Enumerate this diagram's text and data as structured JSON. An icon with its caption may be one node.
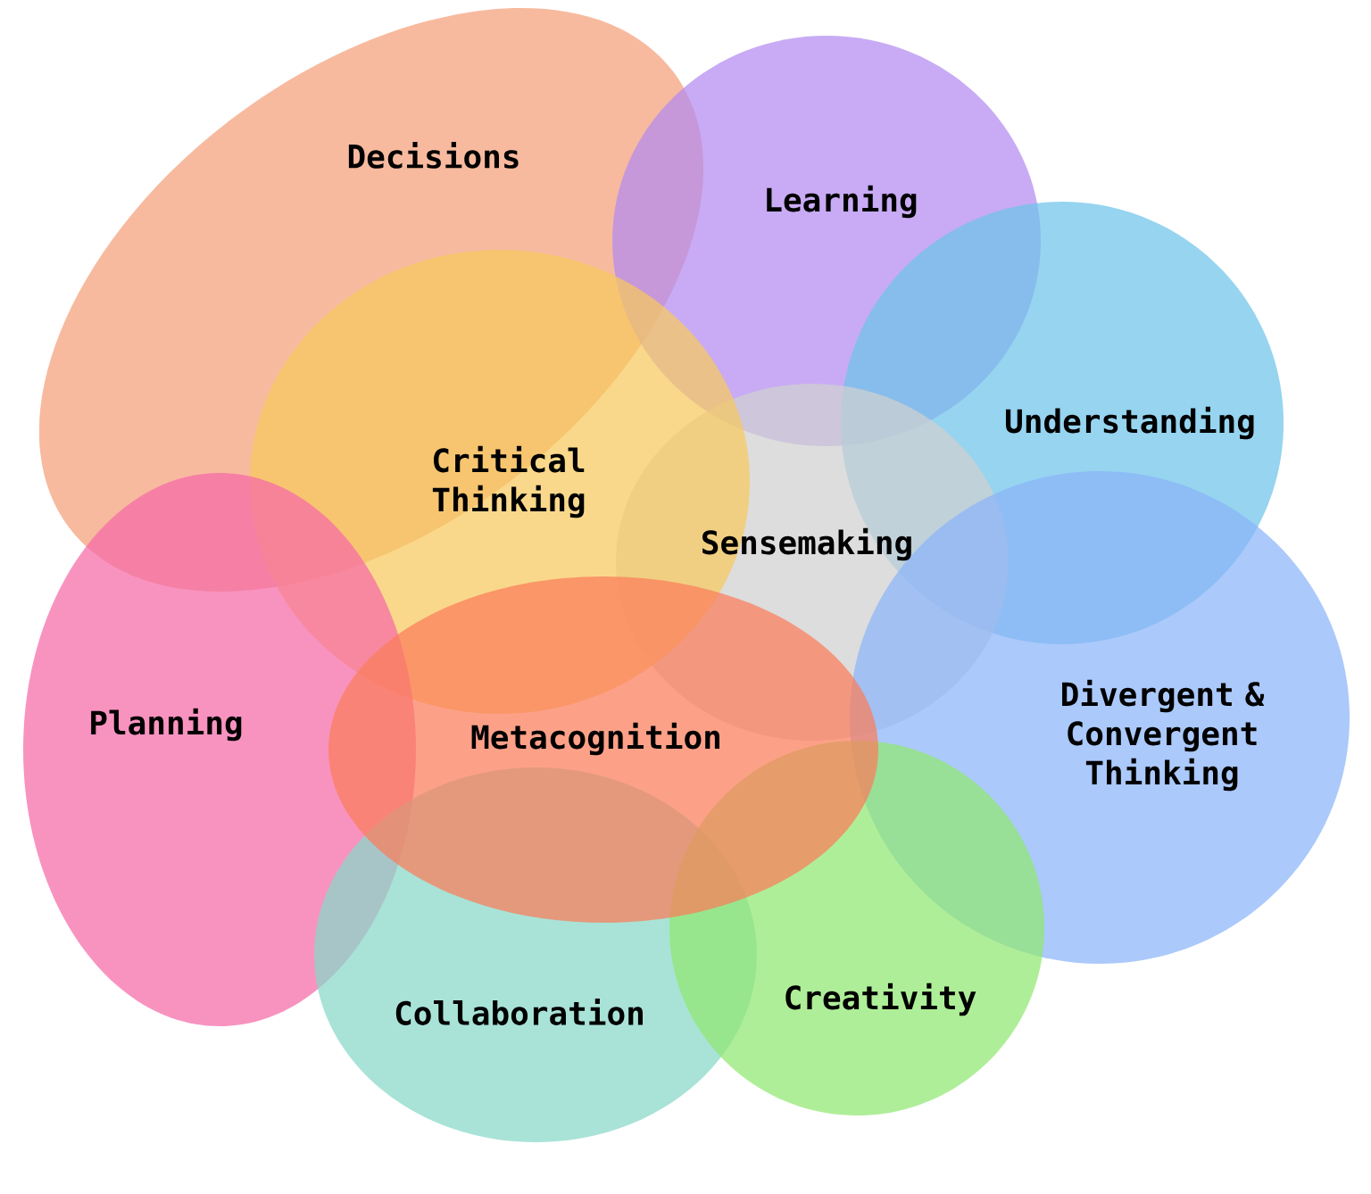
{
  "diagram": {
    "nodes": [
      {
        "text": [
          "Decisions"
        ]
      },
      {
        "text": [
          "Learning"
        ]
      },
      {
        "text": [
          "Understanding"
        ]
      },
      {
        "text": [
          "Critical Thinking"
        ]
      },
      {
        "text": [
          "Sensemaking"
        ]
      },
      {
        "text": [
          "Planning"
        ]
      },
      {
        "text": [
          "Metacognition"
        ]
      },
      {
        "text": [
          "Divergent & Convergent Thinking"
        ]
      },
      {
        "text": [
          "Collaboration"
        ]
      },
      {
        "text": [
          "Creativity"
        ]
      }
    ]
  }
}
